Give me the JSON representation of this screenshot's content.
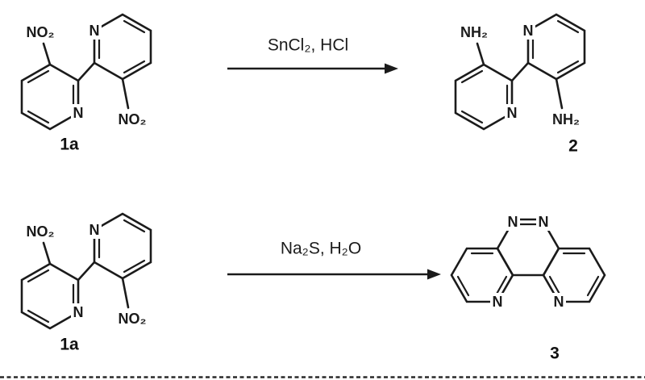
{
  "reactions": [
    {
      "reactant_label": "1a",
      "reagents": "SnCl₂, HCl",
      "product_label": "2"
    },
    {
      "reactant_label": "1a",
      "reagents": "Na₂S, H₂O",
      "product_label": "3"
    }
  ],
  "atom_labels": {
    "nitro": "NO₂",
    "amino": "NH₂",
    "nitrogen": "N"
  },
  "colors": {
    "ink": "#1b1b1b",
    "background": "#ffffff"
  }
}
